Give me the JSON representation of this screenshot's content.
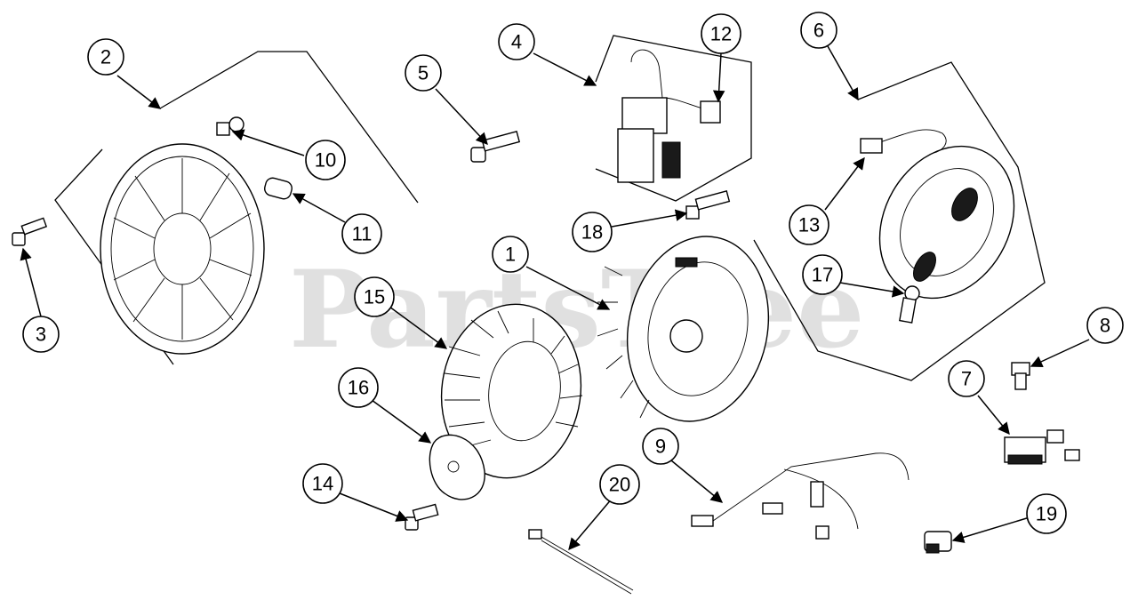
{
  "watermark": "PartsTree",
  "callouts": [
    {
      "id": "1",
      "label": "1"
    },
    {
      "id": "2",
      "label": "2"
    },
    {
      "id": "3",
      "label": "3"
    },
    {
      "id": "4",
      "label": "4"
    },
    {
      "id": "5",
      "label": "5"
    },
    {
      "id": "6",
      "label": "6"
    },
    {
      "id": "7",
      "label": "7"
    },
    {
      "id": "8",
      "label": "8"
    },
    {
      "id": "9",
      "label": "9"
    },
    {
      "id": "10",
      "label": "10"
    },
    {
      "id": "11",
      "label": "11"
    },
    {
      "id": "12",
      "label": "12"
    },
    {
      "id": "13",
      "label": "13"
    },
    {
      "id": "14",
      "label": "14"
    },
    {
      "id": "15",
      "label": "15"
    },
    {
      "id": "16",
      "label": "16"
    },
    {
      "id": "17",
      "label": "17"
    },
    {
      "id": "18",
      "label": "18"
    },
    {
      "id": "19",
      "label": "19"
    },
    {
      "id": "20",
      "label": "20"
    }
  ]
}
